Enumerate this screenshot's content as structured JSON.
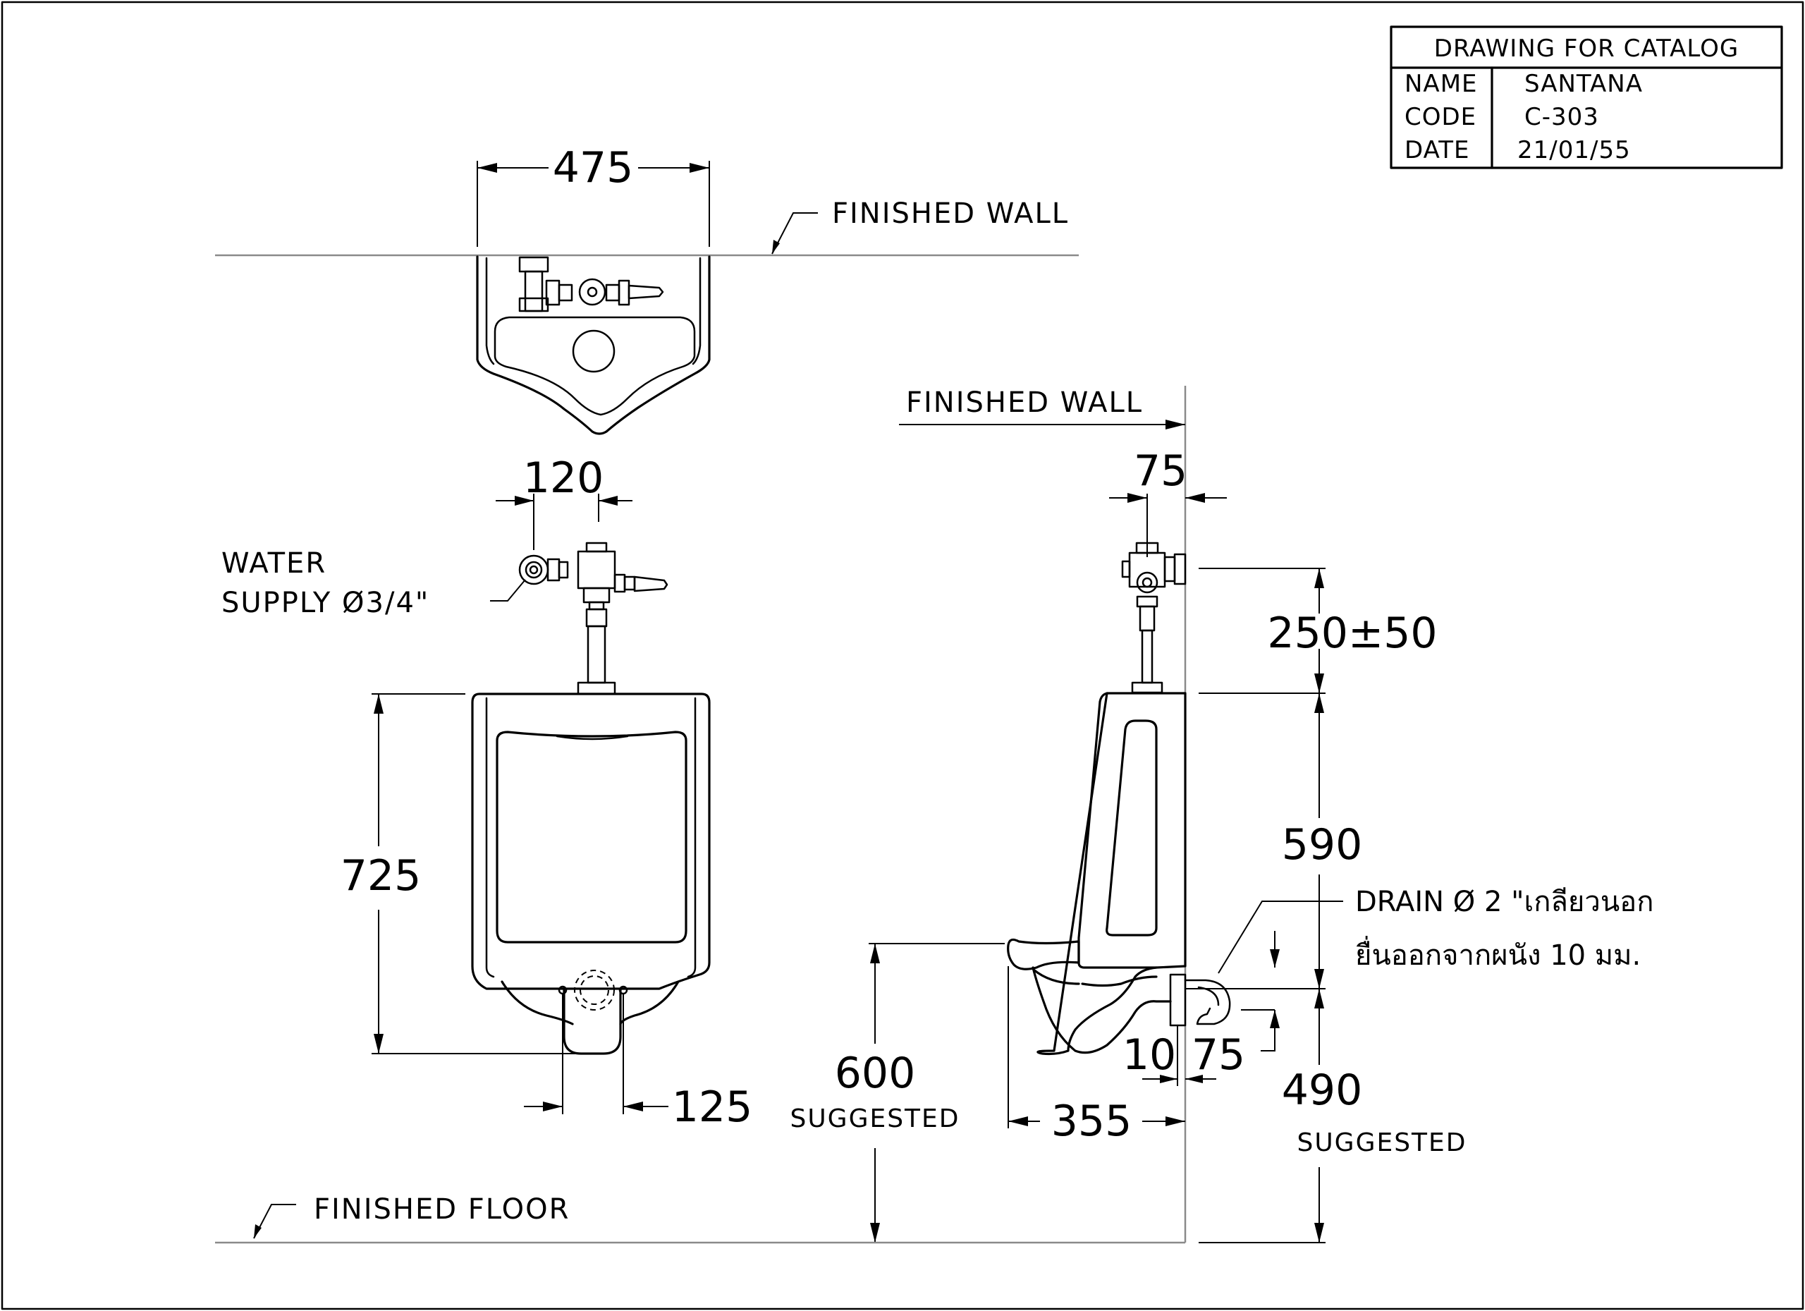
{
  "title_block": {
    "heading": "DRAWING FOR CATALOG",
    "name_label": "NAME",
    "name_value": "SANTANA",
    "code_label": "CODE",
    "code_value": "C-303",
    "date_label": "DATE",
    "date_value": "21/01/55"
  },
  "labels": {
    "finished_wall_top": "FINISHED WALL",
    "finished_wall_side": "FINISHED WALL",
    "finished_floor": "FINISHED FLOOR",
    "water_supply_line1": "WATER",
    "water_supply_line2": "SUPPLY Ø3/4\"",
    "drain_line1": "DRAIN Ø 2 \"เกลียวนอก",
    "drain_line2": "ยื่นออกจากผนัง 10 มม.",
    "suggested_600": "SUGGESTED",
    "suggested_490": "SUGGESTED"
  },
  "dimensions": {
    "width_top": "475",
    "supply_offset": "120",
    "height_body": "725",
    "drain_width": "125",
    "wall_offset": "75",
    "valve_height": "250±50",
    "body_590": "590",
    "rim_600": "600",
    "drain_490": "490",
    "depth_355": "355",
    "drain_10": "10",
    "drain_75": "75"
  }
}
